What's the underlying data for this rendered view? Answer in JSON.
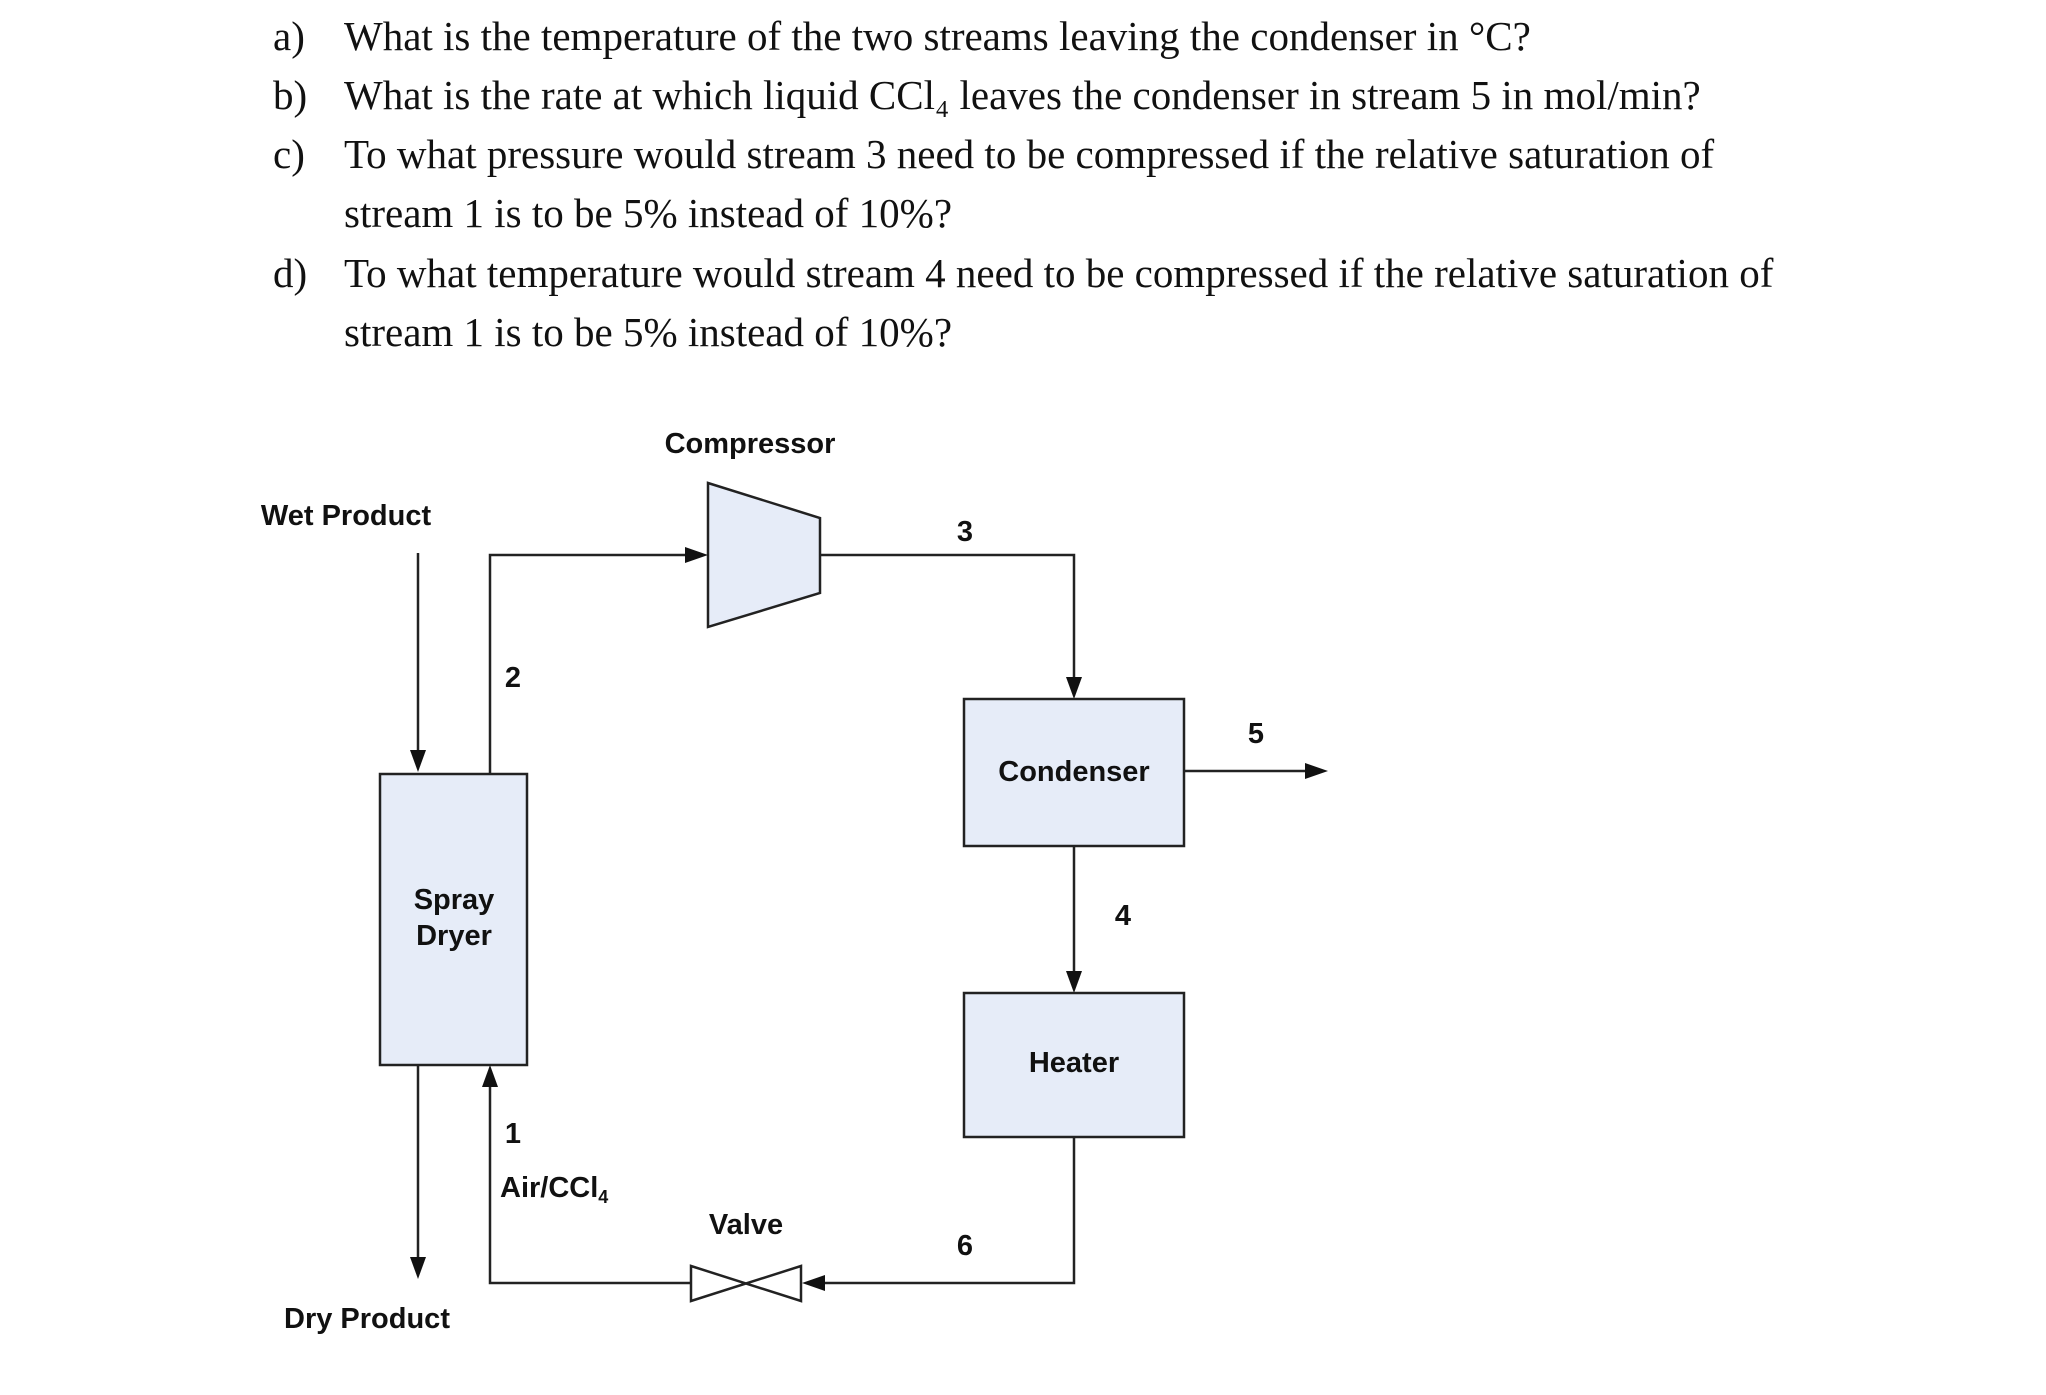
{
  "questions": [
    {
      "label": "a)",
      "lines": [
        "What is the temperature of the two streams leaving the condenser in °C?"
      ]
    },
    {
      "label": "b)",
      "lines": [
        "What is the rate at which liquid CCl₄ leaves the condenser in stream 5 in mol/min?"
      ]
    },
    {
      "label": "c)",
      "lines": [
        "To what pressure would stream 3 need to be compressed if the relative saturation of",
        "stream 1 is to be 5% instead of 10%?"
      ]
    },
    {
      "label": "d)",
      "lines": [
        "To what temperature would stream 4 need to be compressed if the relative saturation of",
        "stream 1 is to be 5% instead of 10%?"
      ]
    }
  ],
  "diagram": {
    "units": {
      "compressor": "Compressor",
      "spray_dryer": [
        "Spray",
        "Dryer"
      ],
      "condenser": "Condenser",
      "heater": "Heater",
      "valve": "Valve"
    },
    "streams": {
      "wet_product": "Wet Product",
      "dry_product": "Dry Product",
      "s1": "1",
      "s1_composition": "Air/CCl",
      "s1_subscript": "4",
      "s2": "2",
      "s3": "3",
      "s4": "4",
      "s5": "5",
      "s6": "6"
    },
    "fill_color": "#e6ecf8"
  }
}
